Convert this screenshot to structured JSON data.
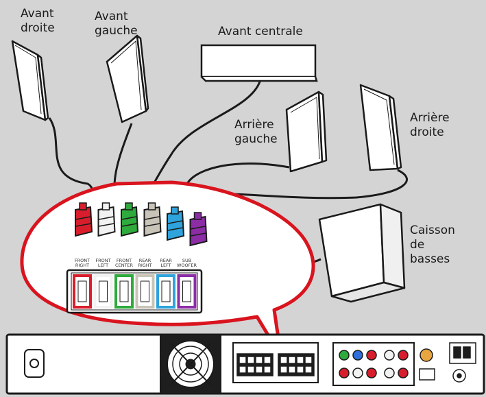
{
  "speakers": {
    "front_right": "Avant\ndroite",
    "front_left": "Avant\ngauche",
    "center": "Avant centrale",
    "rear_left": "Arrière\ngauche",
    "rear_right": "Arrière\ndroite",
    "subwoofer": "Caisson\nde\nbasses"
  },
  "terminals": [
    {
      "label": "FRONT\nRIGHT",
      "color": "#d81e2c"
    },
    {
      "label": "FRONT\nLEFT",
      "color": "#f2f2f2"
    },
    {
      "label": "FRONT\nCENTER",
      "color": "#2faa3c"
    },
    {
      "label": "REAR\nRIGHT",
      "color": "#c9c4b8"
    },
    {
      "label": "REAR\nLEFT",
      "color": "#2ea3dc"
    },
    {
      "label": "SUB\nWOOFER",
      "color": "#8c2da6"
    }
  ],
  "colors": {
    "background": "#d4d4d4",
    "callout_border": "#d9141e",
    "outline": "#1a1a1a"
  }
}
